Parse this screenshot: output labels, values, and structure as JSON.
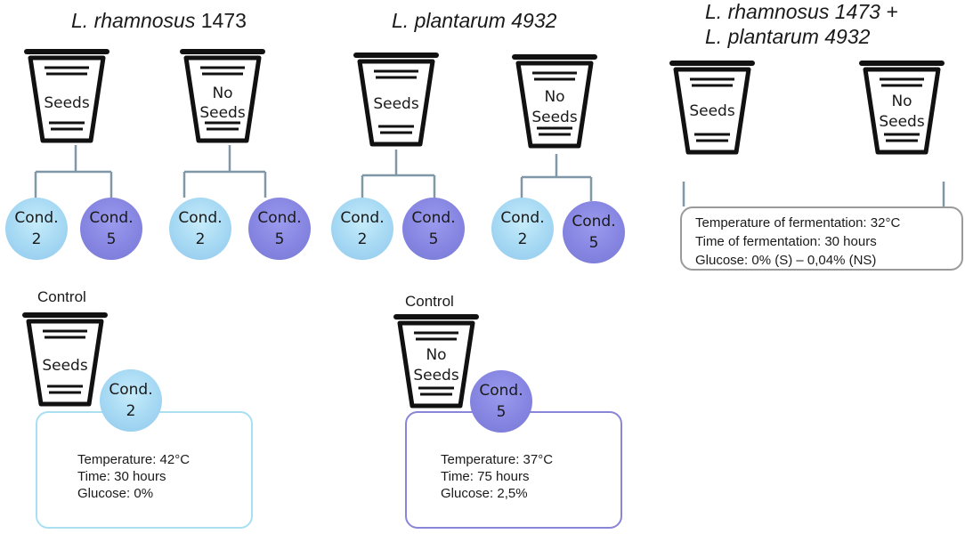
{
  "groups": [
    {
      "title_italic": "L. rhamnosus",
      "title_plain": " 1473",
      "cups": [
        {
          "label_lines": [
            "Seeds"
          ],
          "conditions": [
            {
              "label": "Cond.",
              "number": "2"
            },
            {
              "label": "Cond.",
              "number": "5"
            }
          ]
        },
        {
          "label_lines": [
            "No",
            "Seeds"
          ],
          "conditions": [
            {
              "label": "Cond.",
              "number": "2"
            },
            {
              "label": "Cond.",
              "number": "5"
            }
          ]
        }
      ]
    },
    {
      "title_italic": "L. plantarum 4932",
      "cups": [
        {
          "label_lines": [
            "Seeds"
          ],
          "conditions": [
            {
              "label": "Cond.",
              "number": "2"
            },
            {
              "label": "Cond.",
              "number": "5"
            }
          ]
        },
        {
          "label_lines": [
            "No",
            "Seeds"
          ],
          "conditions": [
            {
              "label": "Cond.",
              "number": "2"
            },
            {
              "label": "Cond.",
              "number": "5"
            }
          ]
        }
      ]
    },
    {
      "title_lines": [
        "L. rhamnosus 1473 +",
        "L. plantarum 4932"
      ],
      "cups": [
        {
          "label_lines": [
            "Seeds"
          ]
        },
        {
          "label_lines": [
            "No",
            "Seeds"
          ]
        }
      ],
      "info_lines": [
        "Temperature of fermentation: 32°C",
        "Time of fermentation: 30 hours",
        "Glucose: 0% (S) – 0,04% (NS)"
      ]
    }
  ],
  "controls": [
    {
      "title": "Control",
      "cup_label_lines": [
        "Seeds"
      ],
      "condition": {
        "label": "Cond.",
        "number": "2"
      },
      "info_lines": [
        "Temperature: 42°C",
        "Time: 30 hours",
        "Glucose: 0%"
      ]
    },
    {
      "title": "Control",
      "cup_label_lines": [
        "No",
        "Seeds"
      ],
      "condition": {
        "label": "Cond.",
        "number": "5"
      },
      "info_lines": [
        "Temperature: 37°C",
        "Time: 75 hours",
        "Glucose: 2,5%"
      ]
    }
  ],
  "colors": {
    "cond2_fill": "#a5d8f3",
    "cond5_fill": "#8686e2",
    "connector": "#7f97a6",
    "box_gray_border": "#9a9a9a",
    "box_light_border": "#a9dff0",
    "box_purple_border": "#8a85d8"
  }
}
